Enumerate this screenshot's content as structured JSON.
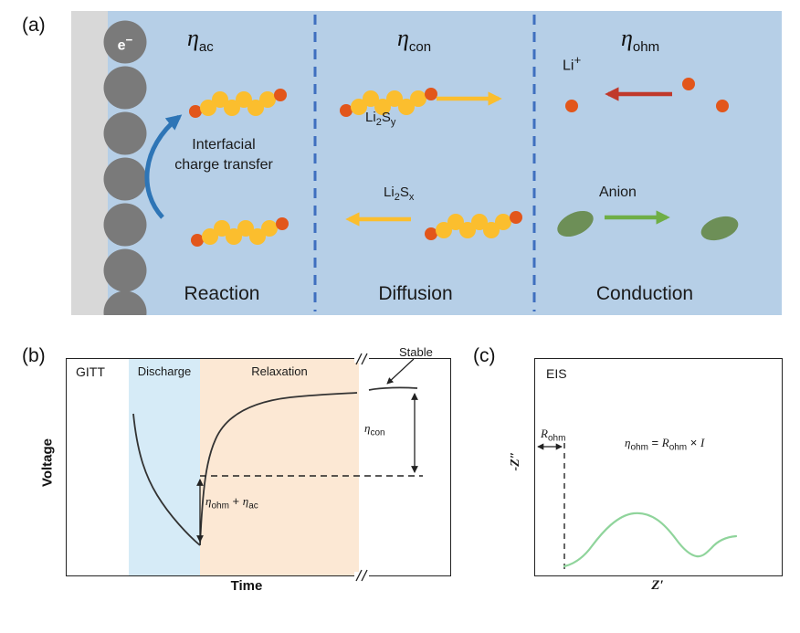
{
  "colors": {
    "panel_bg": "#b6cfe7",
    "electrode_strip": "#d8d8d8",
    "particle_gray": "#7a7a7a",
    "chain_yellow": "#fbbe2e",
    "ion_orange": "#e2561b",
    "divider_blue": "#3f6fbf",
    "transfer_arrow_blue": "#2e75b6",
    "ion_arrow_red": "#c0392b",
    "anion_green": "#6d8f57",
    "anion_arrow_green": "#6fae46",
    "discharge_band": "#d6ebf7",
    "relaxation_band": "#fce8d4",
    "eis_curve_green": "#8fd49b"
  },
  "panel_a": {
    "tag": "(a)",
    "electron": {
      "base": "e",
      "sup": "−"
    },
    "eta_ac": {
      "sym": "η",
      "sub": "ac"
    },
    "eta_con": {
      "sym": "η",
      "sub": "con"
    },
    "eta_ohm": {
      "sym": "η",
      "sub": "ohm"
    },
    "interfacial": {
      "line1": "Interfacial",
      "line2": "charge transfer"
    },
    "li2sy": {
      "el1": "Li",
      "sub1": "2",
      "el2": "S",
      "sub2": "y"
    },
    "li2sx": {
      "el1": "Li",
      "sub1": "2",
      "el2": "S",
      "sub2": "x"
    },
    "li_ion": {
      "base": "Li",
      "sup": "+"
    },
    "anion_label": "Anion",
    "captions": {
      "reaction": "Reaction",
      "diffusion": "Diffusion",
      "conduction": "Conduction"
    }
  },
  "panel_b": {
    "tag": "(b)",
    "method": "GITT",
    "discharge": "Discharge",
    "relaxation": "Relaxation",
    "stable": "Stable",
    "ylabel": "Voltage",
    "xlabel": "Time",
    "eta_con": {
      "sym": "η",
      "sub": "con"
    },
    "eta_sum": {
      "sym1": "η",
      "sub1": "ohm",
      "plus": " + ",
      "sym2": "η",
      "sub2": "ac"
    }
  },
  "panel_c": {
    "tag": "(c)",
    "method": "EIS",
    "ylabel": "-Z″",
    "xlabel": "Z′",
    "r_ohm": {
      "sym": "R",
      "sub": "ohm"
    },
    "equation": {
      "l_sym": "η",
      "l_sub": "ohm",
      "eq": " = ",
      "r_sym": "R",
      "r_sub": "ohm",
      "times": " × ",
      "cur": "I"
    }
  }
}
